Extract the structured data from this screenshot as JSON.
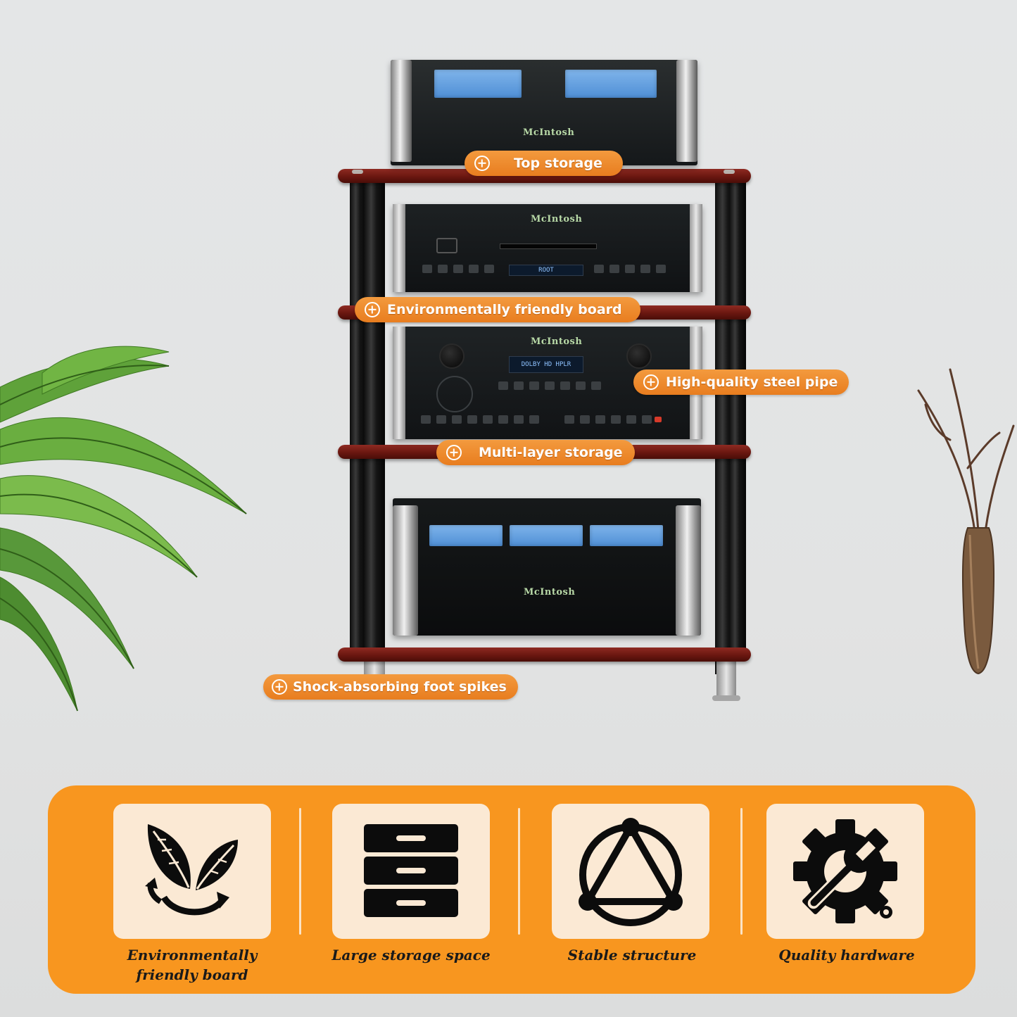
{
  "callouts": {
    "top_storage": "Top storage",
    "eco_board": "Environmentally friendly board",
    "steel_pipe": "High-quality steel pipe",
    "multi_layer": "Multi-layer storage",
    "foot_spikes": "Shock-absorbing foot spikes"
  },
  "devices": {
    "brand": "McIntosh",
    "player_display": "ROOT",
    "processor_display": "DOLBY HD  HPLR"
  },
  "features": [
    {
      "label_line1": "Environmentally",
      "label_line2": "friendly board",
      "icon": "leaf-recycle-icon"
    },
    {
      "label_line1": "Large storage space",
      "icon": "drawers-icon"
    },
    {
      "label_line1": "Stable structure",
      "icon": "triangle-structure-icon"
    },
    {
      "label_line1": "Quality hardware",
      "icon": "gear-wrench-icon"
    }
  ],
  "colors": {
    "accent_orange": "#f8961f",
    "tile_cream": "#fbe9d4",
    "shelf_wood": "#7a1d14",
    "post_black": "#141414"
  }
}
